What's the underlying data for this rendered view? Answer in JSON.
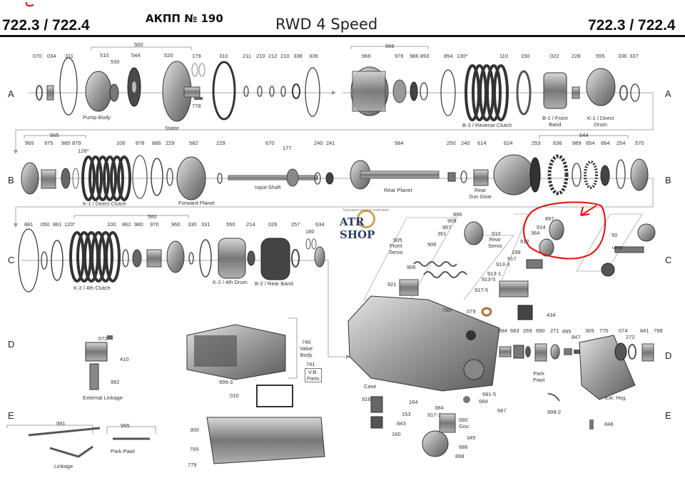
{
  "header": {
    "model_left": "722.3 / 722.4",
    "model_right": "722.3 / 722.4",
    "akpp": "АКПП № 190",
    "title": "RWD 4 Speed"
  },
  "rows": {
    "a": "A",
    "b": "B",
    "c": "C",
    "d": "D",
    "e": "E"
  },
  "logo": {
    "text": "ATR SHOP",
    "sub": "Трансмиссионная компания"
  },
  "parts": {
    "p500": "500",
    "p510": "510",
    "p530": "530",
    "p544": "544",
    "p520": "520",
    "p070": "070",
    "p034": "034",
    "p311": "311",
    "p179": "179",
    "p778": "778",
    "p310": "310",
    "p211": "211",
    "p210a": "210",
    "p212": "212",
    "p210b": "210",
    "p338": "338",
    "p339": "339",
    "p566": "566",
    "p966": "966",
    "p976": "976",
    "p986": "986",
    "p893": "893",
    "p854": "854",
    "p130": "130*",
    "p110": "110",
    "p150": "150",
    "p022": "022",
    "p228": "228",
    "p555": "555",
    "p336": "336",
    "p337": "337",
    "p565": "565",
    "p965": "965",
    "p975": "975",
    "p985": "985",
    "p879": "879",
    "p126": "126*",
    "p106": "106",
    "p878": "878",
    "p886": "886",
    "p229a": "229",
    "p582": "582",
    "p229b": "229",
    "p670": "670",
    "p177": "177",
    "p240a": "240",
    "p241": "241",
    "p584": "584",
    "p250": "250",
    "p240b": "240",
    "p614": "614",
    "p624": "624",
    "p644": "644",
    "p253": "253",
    "p636": "636",
    "p989": "989",
    "p654": "654",
    "p664": "664",
    "p254": "254",
    "p570": "570",
    "p560": "560",
    "p881": "881",
    "p050": "050",
    "p861": "861",
    "p120": "120*",
    "p100": "100",
    "p862": "862",
    "p980": "980",
    "p970": "970",
    "p960": "960",
    "p330": "330",
    "p331": "331",
    "p550": "550",
    "p214": "214",
    "p026": "026",
    "p257": "257",
    "p180": "180",
    "p634": "634",
    "p896": "896",
    "p909": "909",
    "p907": "907",
    "p361": "361",
    "p905": "905",
    "p906a": "906",
    "p906b": "906",
    "p921": "921",
    "p910": "910",
    "p912": "912",
    "p897": "897",
    "p914": "914",
    "p364": "364",
    "p199": "199",
    "p917": "917",
    "p913_3": "913-3",
    "p913_1": "913-1",
    "p913_5": "913-5",
    "p917_5": "917-5",
    "p50x": "50",
    "p760": "760",
    "p079": "079",
    "p434": "434",
    "p894": "894",
    "p683": "683",
    "p269": "269",
    "p690": "690",
    "p271": "271",
    "p895": "895",
    "p847": "847",
    "p305": "305",
    "p770": "770",
    "p074": "074",
    "p272": "272",
    "p841": "841",
    "p798": "798",
    "p681_5": "681-5",
    "p684": "684",
    "p687": "687",
    "p916": "916",
    "p164": "164",
    "p384": "384",
    "p153": "153",
    "p843": "843",
    "p160": "160",
    "p917_1": "917-1",
    "p680": "680",
    "p345": "345",
    "p686": "686",
    "p898": "898",
    "p999_2": "999-2",
    "p848": "848",
    "p072": "072",
    "p410": "410",
    "p992": "992",
    "p740": "740",
    "p741": "741",
    "p999_3": "999-3",
    "p010": "010",
    "p300": "300",
    "p765": "765",
    "p779": "779",
    "p991": "991",
    "p995": "995"
  },
  "labels": {
    "pump_body": "Pump Body",
    "stator": "Stator",
    "b3": "B-3 / Reverse Clutch",
    "b1a": "B-1 / Front",
    "b1b": "Band",
    "k1a": "K-1 / Direct",
    "k1b": "Drum",
    "k1c": "K-1 / Direct Clutch",
    "fwd_planet": "Forward Planet",
    "input_shaft": "Input Shaft",
    "rear_planet": "Rear Planet",
    "rear_sun_a": "Rear",
    "rear_sun_b": "Sun Gear",
    "k2c": "K-2 / 4th Clutch",
    "k2d": "K-2 / 4th Drum",
    "b2": "B-2 / Rear Band",
    "front_servo_a": "Front",
    "front_servo_b": "Servo",
    "rear_servo_a": "Rear",
    "rear_servo_b": "Servo",
    "pump_frag": "ump",
    "case": "Case",
    "park_pawl_a": "Park",
    "park_pawl_b": "Pawl",
    "ext_hsg": "Ext. Hsg.",
    "gov": "Gov.",
    "valve_a": "Valve",
    "valve_b": "Body",
    "vb_a": "V.B.",
    "vb_b": "Parts",
    "ext_link": "External Linkage",
    "linkage": "Linkage",
    "park_pawl2": "Park Pawl"
  },
  "colors": {
    "highlight": "#e21b1b",
    "ink": "#1a1a1a",
    "part_dark": "#3d3d3d",
    "part_mid": "#8a8a8a",
    "part_light": "#c9c9c9"
  }
}
